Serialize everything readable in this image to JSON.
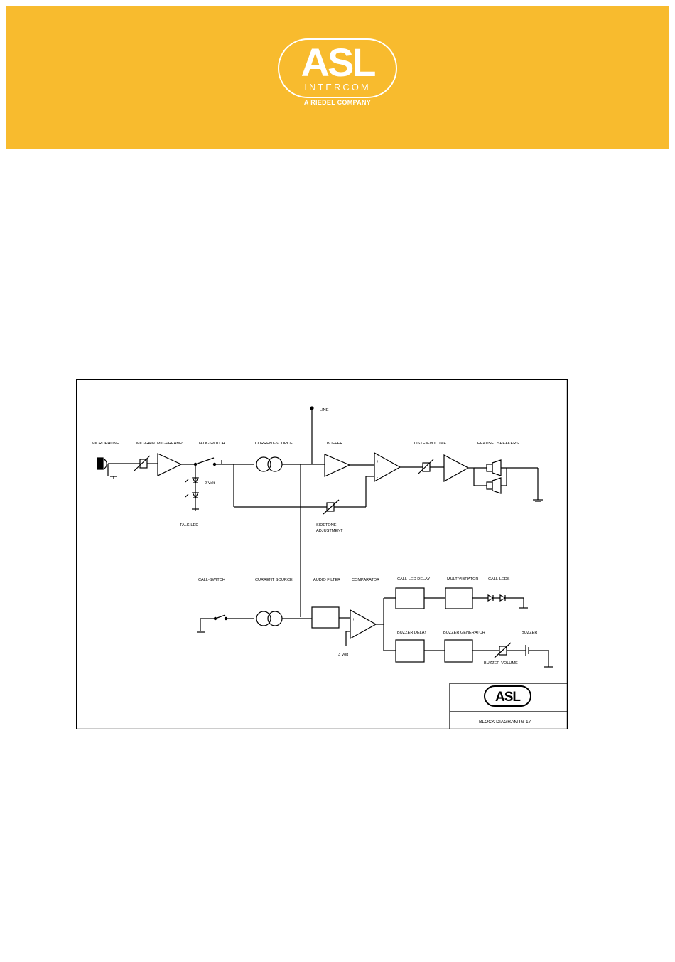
{
  "header": {
    "brand": "ASL",
    "brand_sub": "INTERCOM",
    "tagline": "A RIEDEL COMPANY",
    "background": "#f8bb2e",
    "text_color": "#ffffff"
  },
  "diagram": {
    "labels": {
      "line": "LINE",
      "microphone": "MICROPHONE",
      "mic_gain": "MIC-GAIN",
      "mic_preamp": "MIC-PREAMP",
      "talk_switch": "TALK-SWITCH",
      "current_source_top": "CURRENT-SOURCE",
      "buffer": "BUFFER",
      "listen_volume": "LISTEN-VOLUME",
      "headset_speakers": "HEADSET SPEAKERS",
      "led_volt": "2 Volt",
      "talk_led": "TALK-LED",
      "sidetone": "SIDETONE-",
      "adjustment": "ADJUSTMENT",
      "call_switch": "CALL-SWITCH",
      "current_source_bottom": "CURRENT SOURCE",
      "audio_filter": "AUDIO FILTER",
      "comparator": "COMPARATOR",
      "call_led_delay": "CALL-LED DELAY",
      "multivibrator": "MULTIVIBRATOR",
      "call_leds": "CALL-LEDS",
      "buzzer_delay": "BUZZER DELAY",
      "buzzer_generator": "BUZZER GENERATOR",
      "buzzer": "BUZZER",
      "buzzer_volume": "BUZZER-VOLUME",
      "ref_volt": "3 Volt",
      "title_logo": "ASL",
      "title_block": "BLOCK DIAGRAM IG-17"
    }
  }
}
